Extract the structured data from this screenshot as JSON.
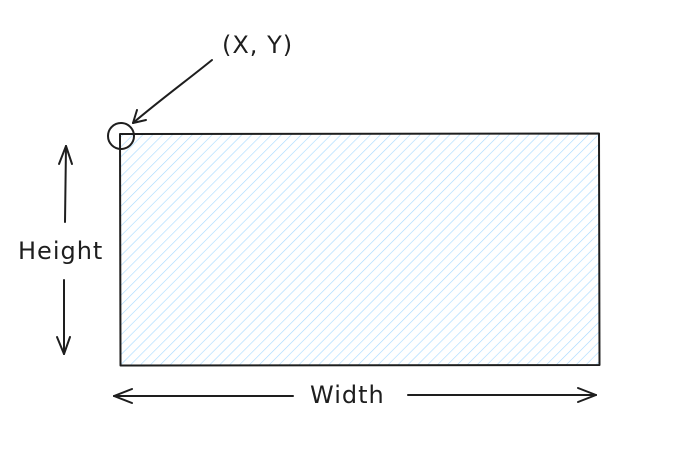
{
  "labels": {
    "origin": "(X, Y)",
    "height": "Height",
    "width": "Width"
  },
  "colors": {
    "stroke": "#1e1e1e",
    "hatch": "#a5d8ff",
    "background": "#ffffff"
  },
  "icons": {
    "origin_marker": "circle-marker-icon",
    "pointer": "arrow-icon"
  }
}
